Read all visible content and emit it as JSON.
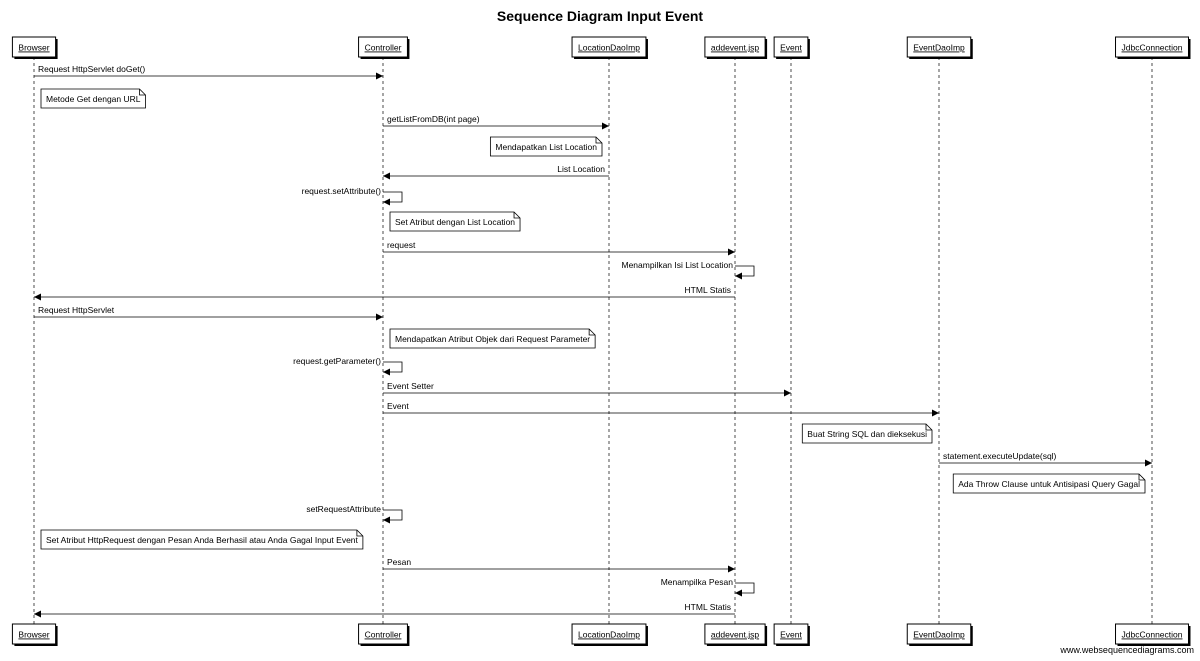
{
  "title": "Sequence Diagram Input Event",
  "credit": "www.websequencediagrams.com",
  "participants": [
    {
      "id": "browser",
      "name": "Browser"
    },
    {
      "id": "controller",
      "name": "Controller"
    },
    {
      "id": "locationdao",
      "name": "LocationDaoImp"
    },
    {
      "id": "addevent",
      "name": "addevent.jsp"
    },
    {
      "id": "event",
      "name": "Event"
    },
    {
      "id": "eventdao",
      "name": "EventDaoImp"
    },
    {
      "id": "jdbc",
      "name": "JdbcConnection"
    }
  ],
  "steps": [
    {
      "kind": "msg",
      "from": "browser",
      "to": "controller",
      "label": "Request HttpServlet doGet()"
    },
    {
      "kind": "note",
      "over": "browser",
      "side": "right",
      "text": "Metode Get dengan URL"
    },
    {
      "kind": "msg",
      "from": "controller",
      "to": "locationdao",
      "label": "getListFromDB(int page)"
    },
    {
      "kind": "note",
      "over": "locationdao",
      "side": "left",
      "text": "Mendapatkan List Location"
    },
    {
      "kind": "msg",
      "from": "locationdao",
      "to": "controller",
      "label": "List Location"
    },
    {
      "kind": "self",
      "on": "controller",
      "label": "request.setAttribute()"
    },
    {
      "kind": "note",
      "over": "controller",
      "side": "right",
      "text": "Set Atribut dengan List Location"
    },
    {
      "kind": "msg",
      "from": "controller",
      "to": "addevent",
      "label": "request"
    },
    {
      "kind": "self",
      "on": "addevent",
      "label": "Menampilkan Isi List Location"
    },
    {
      "kind": "msg",
      "from": "addevent",
      "to": "browser",
      "label": "HTML Statis"
    },
    {
      "kind": "msg",
      "from": "browser",
      "to": "controller",
      "label": "Request HttpServlet"
    },
    {
      "kind": "note",
      "over": "controller",
      "side": "right",
      "text": "Mendapatkan Atribut Objek dari Request Parameter"
    },
    {
      "kind": "self",
      "on": "controller",
      "label": "request.getParameter()"
    },
    {
      "kind": "msg",
      "from": "controller",
      "to": "event",
      "label": "Event Setter"
    },
    {
      "kind": "msg",
      "from": "controller",
      "to": "eventdao",
      "label": "Event"
    },
    {
      "kind": "note",
      "over": "eventdao",
      "side": "left",
      "text": "Buat String SQL dan dieksekusi"
    },
    {
      "kind": "msg",
      "from": "eventdao",
      "to": "jdbc",
      "label": "statement.executeUpdate(sql)"
    },
    {
      "kind": "note",
      "over": "jdbc",
      "side": "left",
      "text": "Ada Throw Clause untuk Antisipasi Query Gagal"
    },
    {
      "kind": "self",
      "on": "controller",
      "label": "setRequestAttribute"
    },
    {
      "kind": "note",
      "over": "browser",
      "side": "right",
      "text": "Set Atribut HttpRequest dengan Pesan Anda Berhasil atau Anda Gagal Input Event"
    },
    {
      "kind": "msg",
      "from": "controller",
      "to": "addevent",
      "label": "Pesan"
    },
    {
      "kind": "self",
      "on": "addevent",
      "label": "Menampilka Pesan"
    },
    {
      "kind": "msg",
      "from": "addevent",
      "to": "browser",
      "label": "HTML Statis"
    }
  ]
}
